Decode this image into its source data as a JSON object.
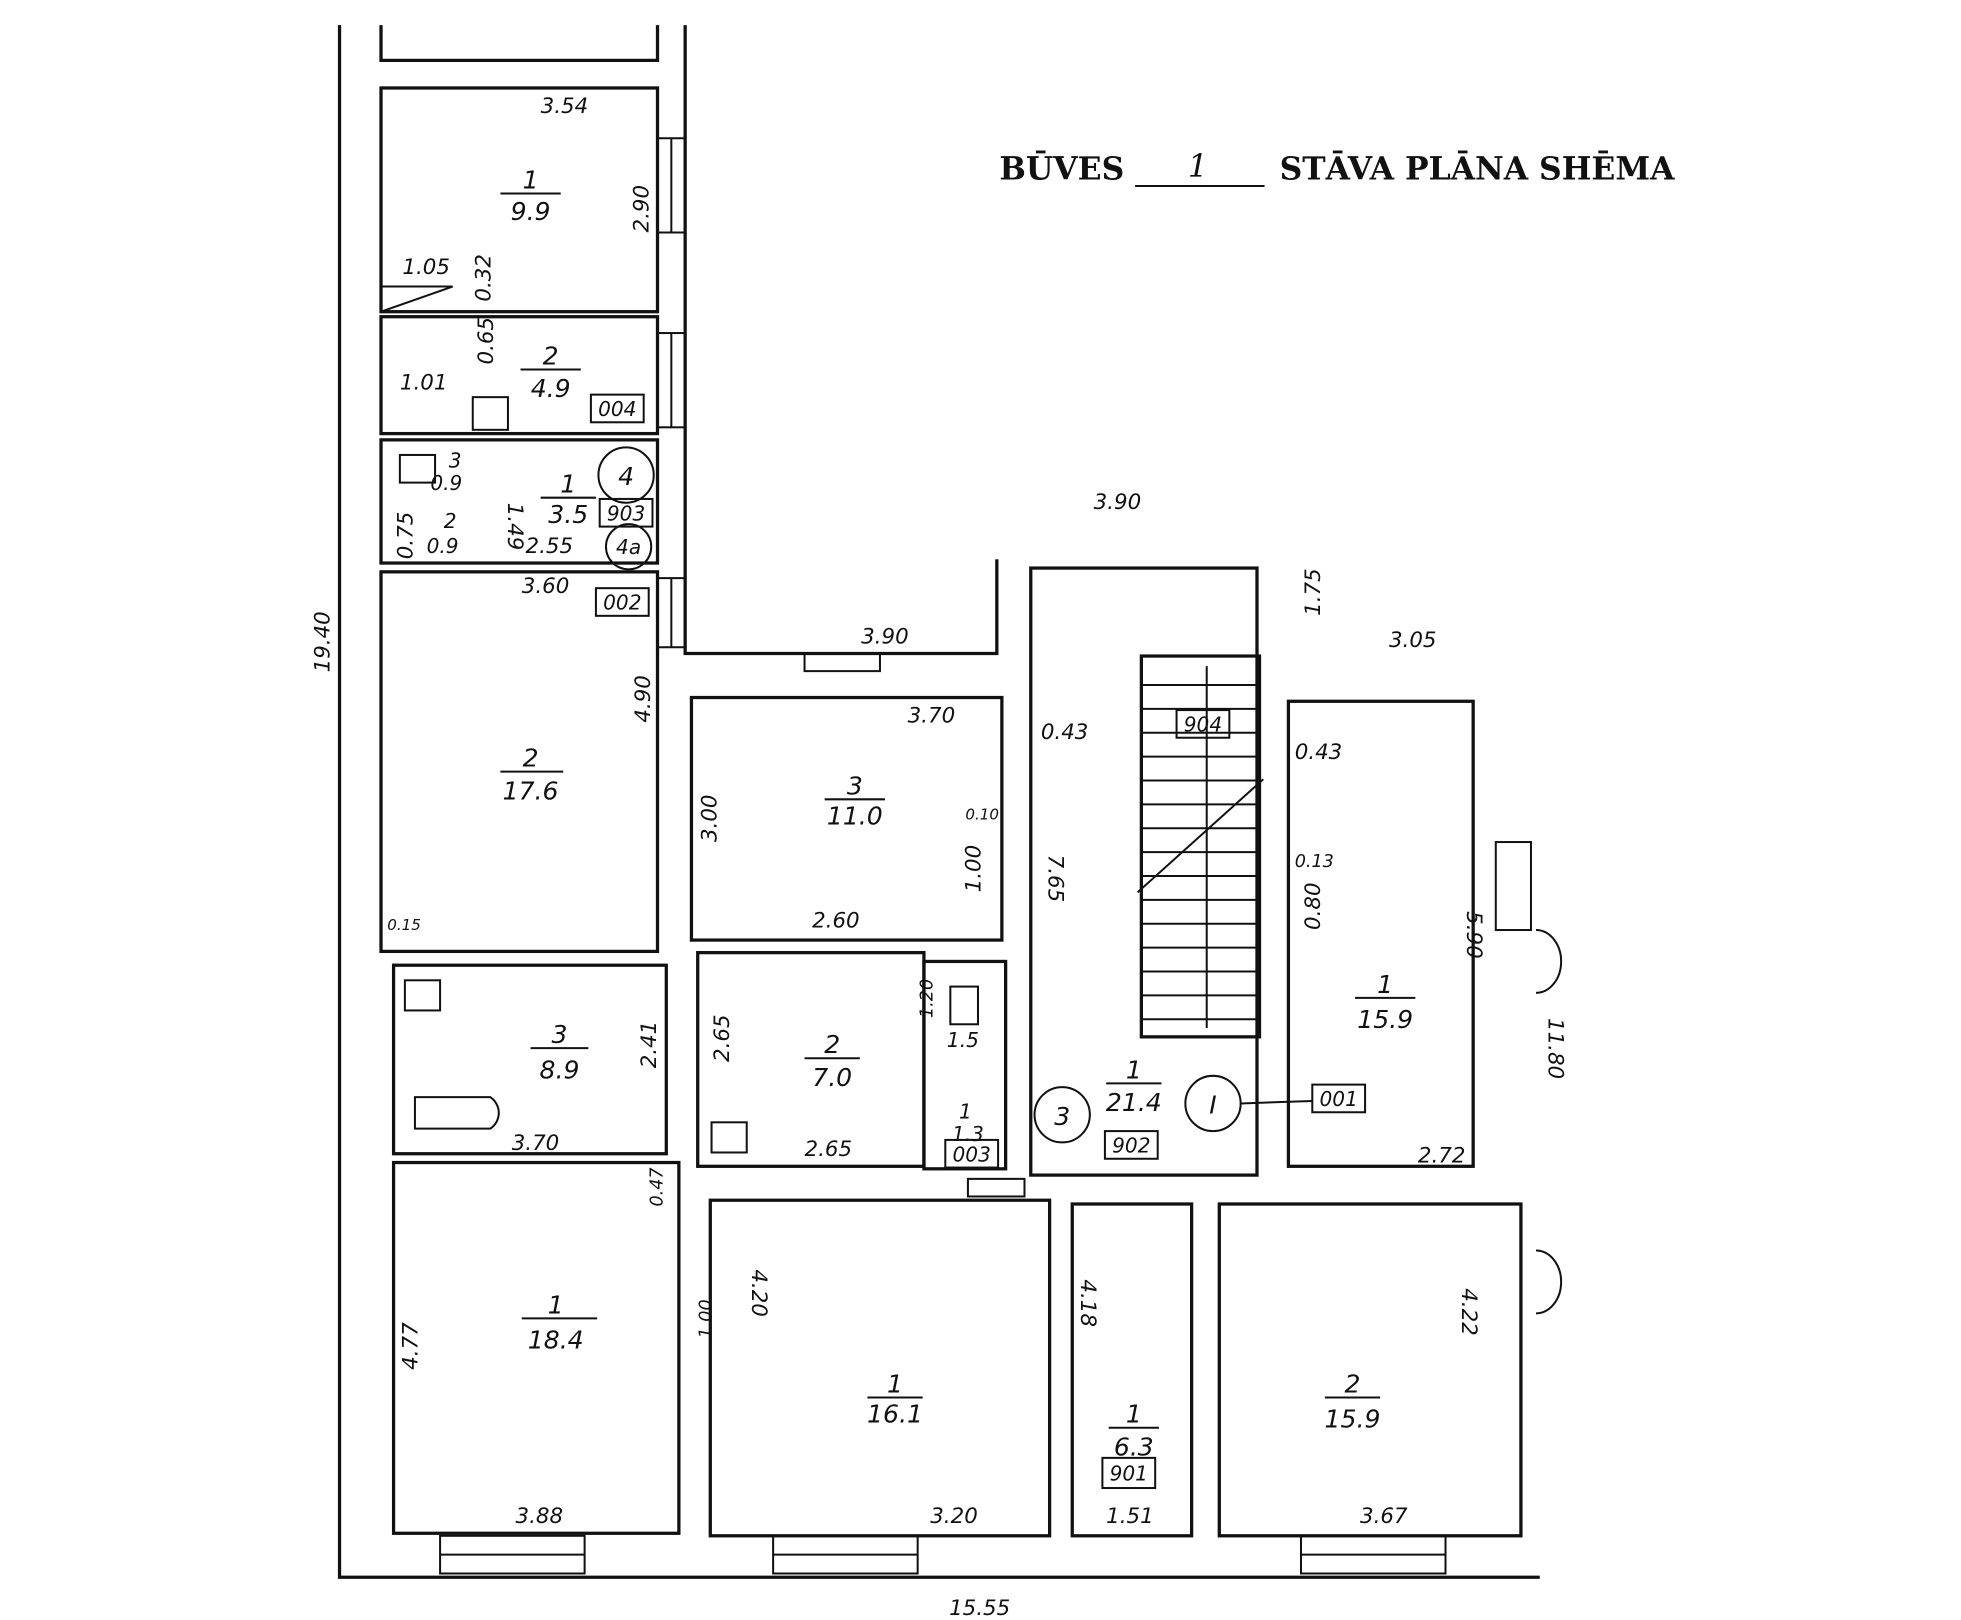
{
  "title": {
    "prefix": "BŪVES",
    "floor": "1",
    "suffix": "STĀVA PLĀNA SHĒMA"
  },
  "rooms": [
    {
      "number": "1",
      "area": "9.9"
    },
    {
      "number": "2",
      "area": "4.9"
    },
    {
      "number": "1",
      "area": "3.5"
    },
    {
      "number": "2",
      "area": "17.6"
    },
    {
      "number": "3",
      "area": "8.9"
    },
    {
      "number": "1",
      "area": "18.4"
    },
    {
      "number": "3",
      "area": "11.0"
    },
    {
      "number": "2",
      "area": "7.0"
    },
    {
      "number": "1",
      "area": "21.4"
    },
    {
      "number": "1",
      "area": "15.9"
    },
    {
      "number": "1",
      "area": "16.1"
    },
    {
      "number": "1",
      "area": "6.3"
    },
    {
      "number": "2",
      "area": "15.9"
    },
    {
      "number": "3",
      "area": "0.9"
    },
    {
      "number": "2",
      "area": "0.9"
    },
    {
      "number": "1",
      "area": "1.3"
    },
    {
      "number": "",
      "area": "1.5"
    }
  ],
  "tags": [
    "004",
    "903",
    "002",
    "904",
    "001",
    "003",
    "902",
    "901"
  ],
  "circles": [
    "4",
    "4a",
    "3",
    "I"
  ],
  "dims": {
    "total_height": "19.40",
    "total_width": "15.55",
    "d354": "3.54",
    "d290": "2.90",
    "d105": "1.05",
    "d032": "0.32",
    "d065": "0.65",
    "d101": "1.01",
    "d149": "1.49",
    "d075": "0.75",
    "d255": "2.55",
    "d360": "3.60",
    "d490": "4.90",
    "d390a": "3.90",
    "d390b": "3.90",
    "d175": "1.75",
    "d305": "3.05",
    "d370a": "3.70",
    "d043a": "0.43",
    "d043b": "0.43",
    "d300": "3.00",
    "d010": "0.10",
    "d100": "1.00",
    "d765": "7.65",
    "d013": "0.13",
    "d080": "0.80",
    "d590": "5.90",
    "d1180": "11.80",
    "d260": "2.60",
    "d015": "0.15",
    "d265a": "2.65",
    "d241": "2.41",
    "d120": "1.20",
    "d370b": "3.70",
    "d265b": "2.65",
    "d272": "2.72",
    "d047": "0.47",
    "d477": "4.77",
    "d420": "4.20",
    "d100b": "1.00",
    "d418": "4.18",
    "d422": "4.22",
    "d388": "3.88",
    "d320": "3.20",
    "d151": "1.51",
    "d367": "3.67"
  }
}
